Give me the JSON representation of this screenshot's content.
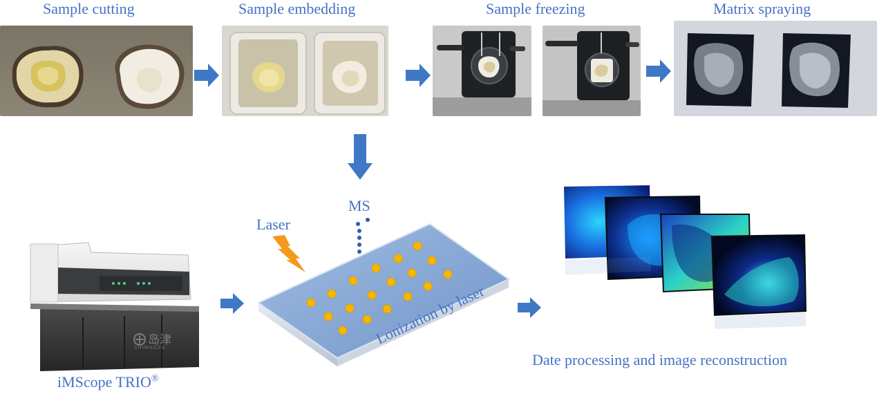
{
  "steps": {
    "cutting": "Sample cutting",
    "embedding": "Sample embedding",
    "freezing": "Sample freezing",
    "spraying": "Matrix spraying"
  },
  "instrument": {
    "label": "iMScope TRIO",
    "registered": "®",
    "brand_cn": "岛津",
    "brand_en": "SHIMADZU"
  },
  "slide": {
    "laser_label": "Laser",
    "ms_label": "MS",
    "ionization_label": "Lonization by laser"
  },
  "output": {
    "label": "Date processing and image reconstruction"
  },
  "colors": {
    "text": "#4472c4",
    "arrow": "#3f78c4",
    "spot": "#f5b800",
    "laser": "#f39a1c"
  }
}
